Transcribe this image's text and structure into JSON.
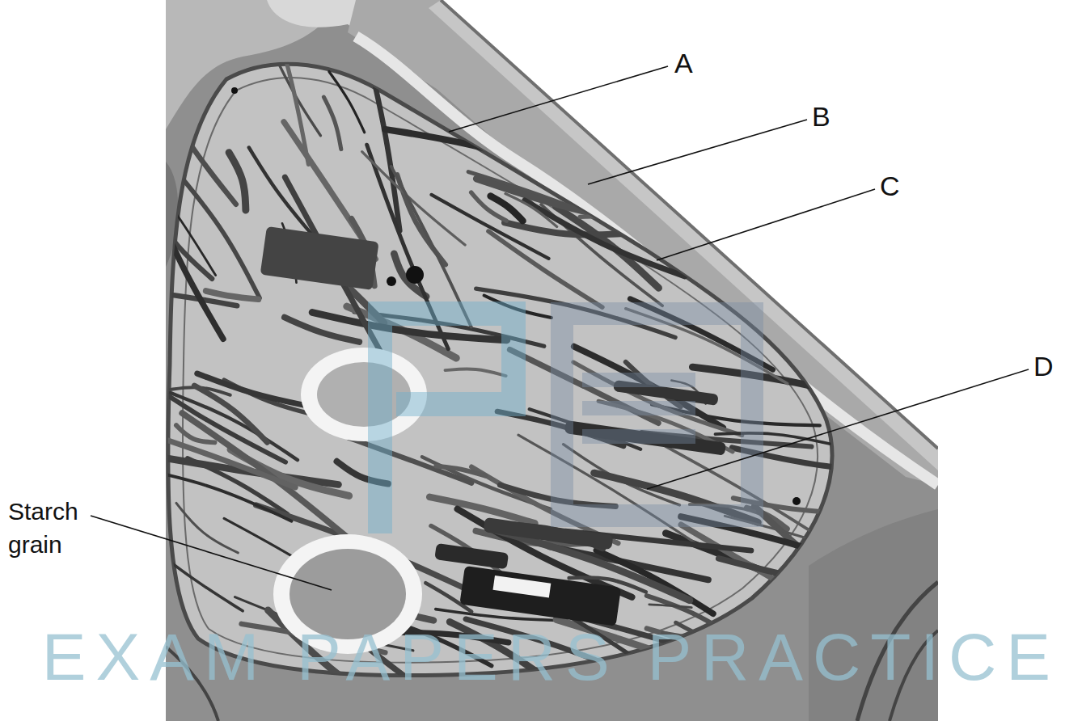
{
  "diagram": {
    "labels": [
      "A",
      "B",
      "C",
      "D",
      "Starch grain",
      "EXAM PAPERS PRACTICE"
    ]
  }
}
